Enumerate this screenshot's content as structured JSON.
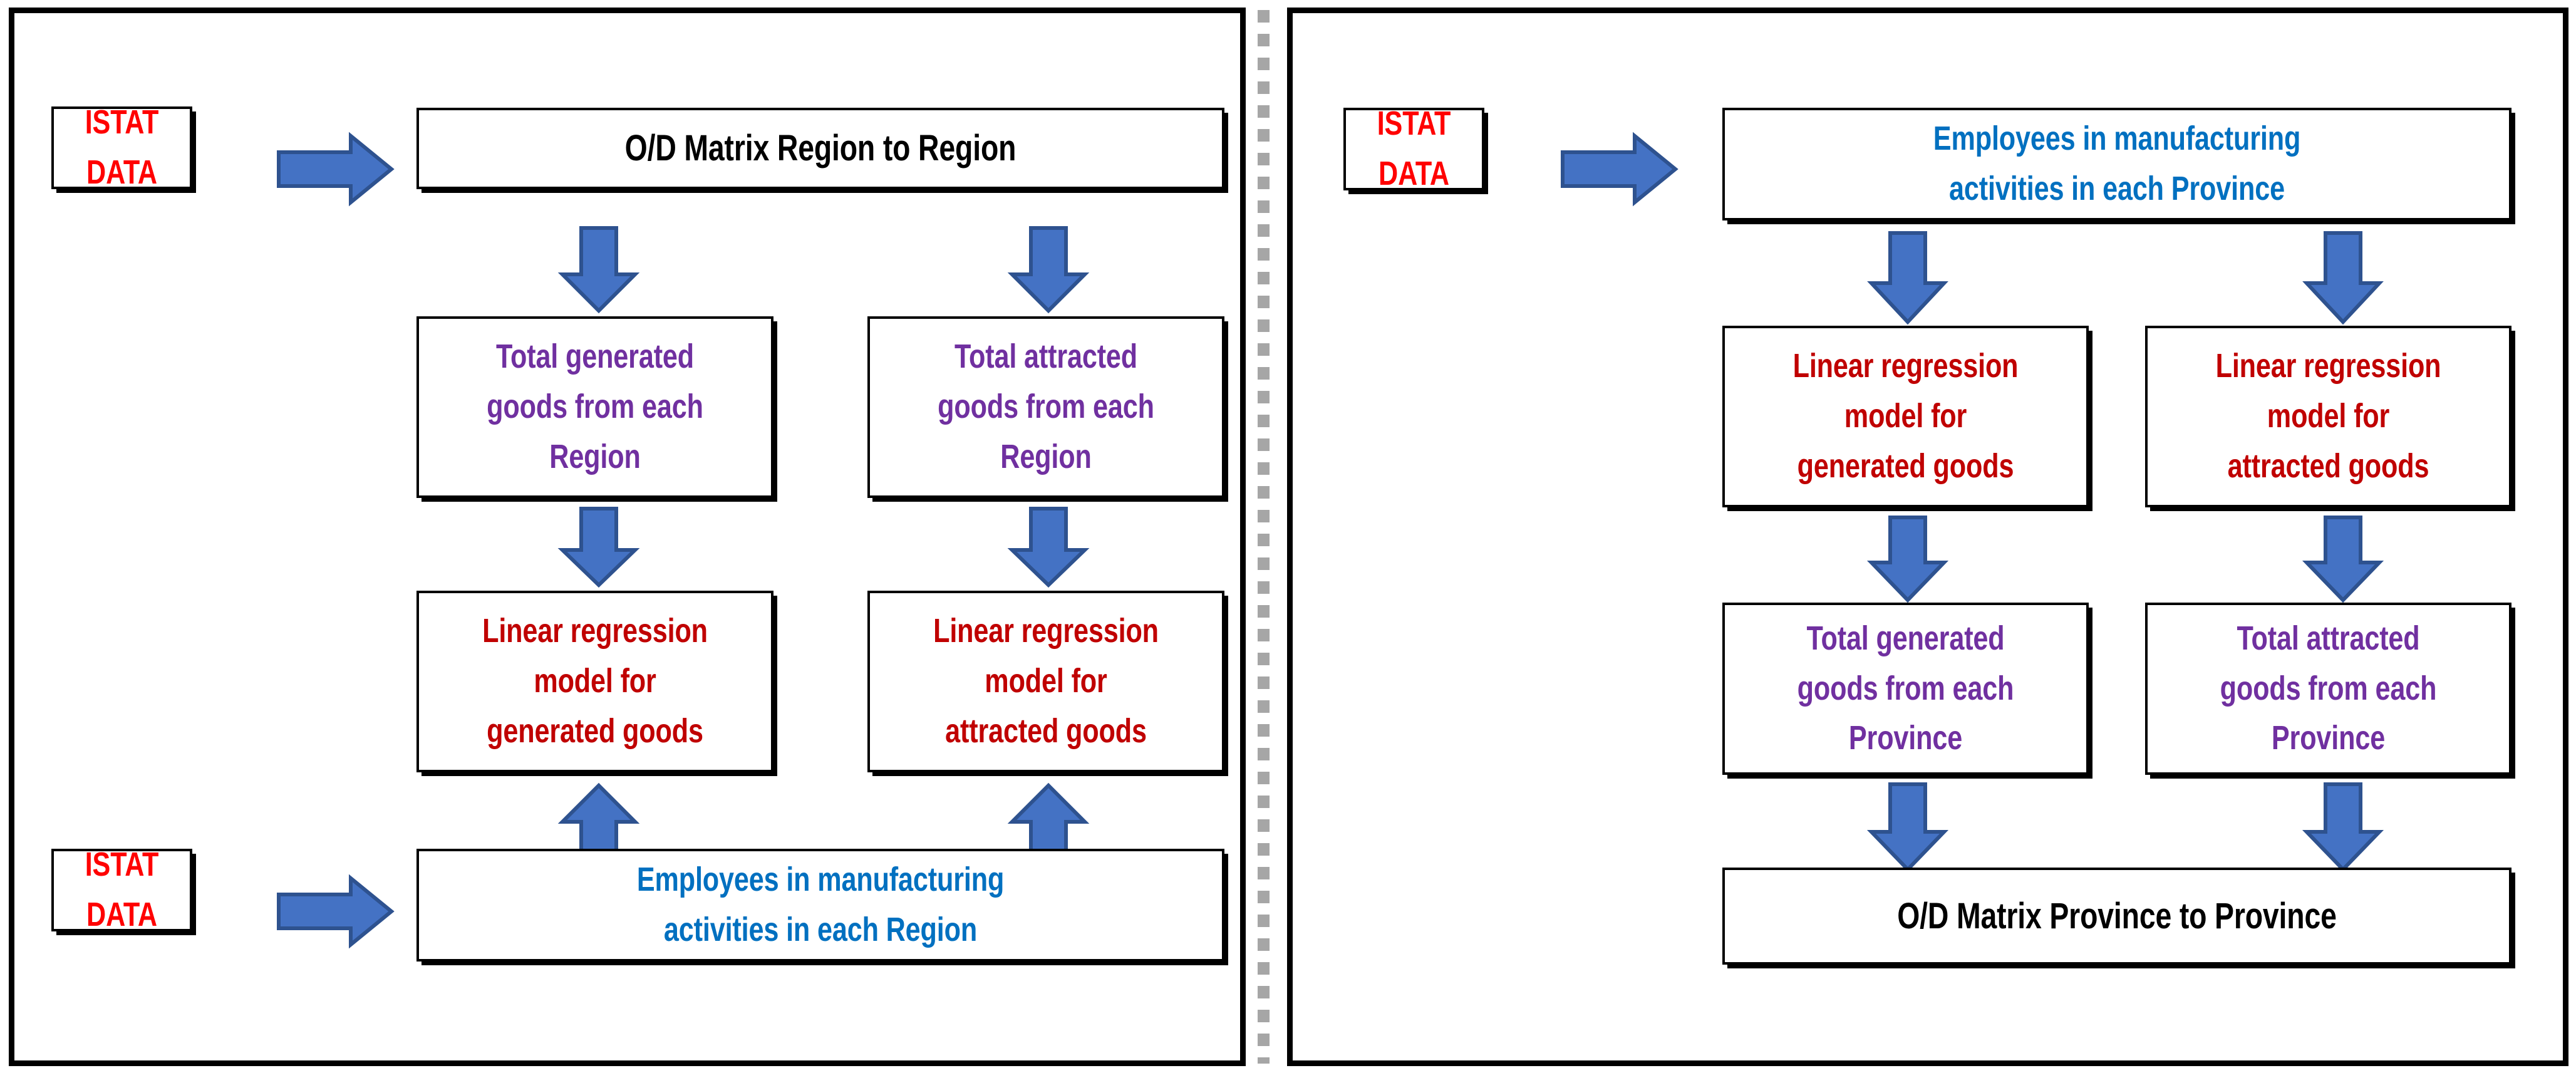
{
  "diagram": {
    "title_text_color_black": "#000000",
    "colors": {
      "red": "#FF0000",
      "dark_red": "#C00000",
      "purple": "#7030A0",
      "blue": "#0070C0",
      "arrow_fill": "#4472C4",
      "arrow_stroke": "#2E528F",
      "divider_gray": "#A6A6A6",
      "box_border": "#000000"
    },
    "left_panel": {
      "name": "region-level-workflow",
      "nodes": {
        "istat_top": "ISTAT\nDATA",
        "od_matrix": "O/D Matrix Region to Region",
        "total_generated": "Total generated\ngoods from each\nRegion",
        "total_attracted": "Total attracted\ngoods from each\nRegion",
        "lr_generated": "Linear regression\nmodel for\ngenerated goods",
        "lr_attracted": "Linear regression\nmodel for\nattracted goods",
        "istat_bottom": "ISTAT\nDATA",
        "employees": "Employees in manufacturing\nactivities in each Region"
      }
    },
    "right_panel": {
      "name": "province-level-workflow",
      "nodes": {
        "istat_top": "ISTAT\nDATA",
        "employees": "Employees in manufacturing\nactivities in each Province",
        "lr_generated": "Linear regression\nmodel for\ngenerated goods",
        "lr_attracted": "Linear regression\nmodel for\nattracted goods",
        "total_generated": "Total generated\ngoods from each\nProvince",
        "total_attracted": "Total attracted\ngoods from each\nProvince",
        "od_matrix": "O/D Matrix Province to Province"
      }
    },
    "arrows": {
      "right_arrow_icon": "arrow-right-icon",
      "down_arrow_icon": "arrow-down-icon",
      "up_arrow_icon": "arrow-up-icon"
    }
  }
}
